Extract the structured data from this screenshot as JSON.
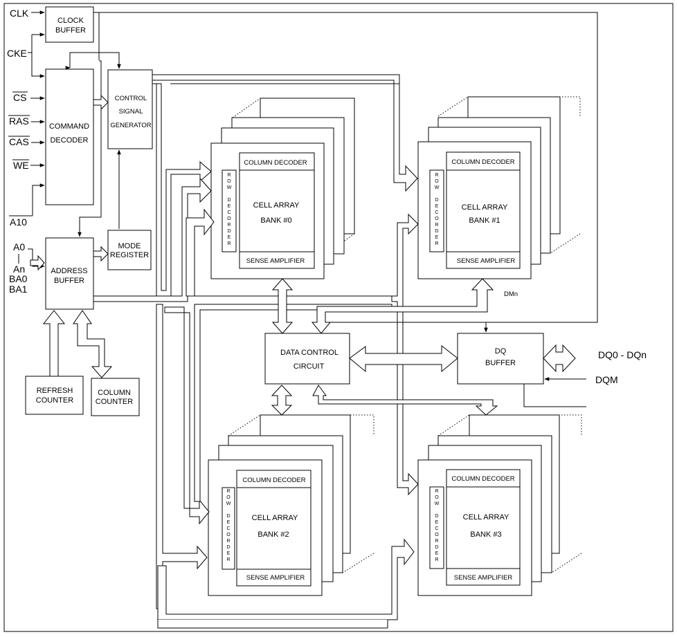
{
  "pins": {
    "clk": "CLK",
    "cke": "CKE",
    "cs": "CS",
    "ras": "RAS",
    "cas": "CAS",
    "we": "WE",
    "a10": "A10",
    "a0": "A0",
    "an": "An",
    "ba0": "BA0",
    "ba1": "BA1"
  },
  "blocks": {
    "clock_buffer": [
      "CLOCK",
      "BUFFER"
    ],
    "command_decoder": [
      "COMMAND",
      "DECODER"
    ],
    "control_signal_generator": [
      "CONTROL",
      "SIGNAL",
      "GENERATOR"
    ],
    "address_buffer": [
      "ADDRESS",
      "BUFFER"
    ],
    "mode_register": [
      "MODE",
      "REGISTER"
    ],
    "refresh_counter": [
      "REFRESH",
      "COUNTER"
    ],
    "column_counter": [
      "COLUMN",
      "COUNTER"
    ],
    "data_control_circuit": [
      "DATA CONTROL",
      "CIRCUIT"
    ],
    "dq_buffer": [
      "DQ",
      "BUFFER"
    ]
  },
  "signals": {
    "dmn": "DMn",
    "dq_range": "DQ0 - DQn",
    "dqm": "DQM"
  },
  "banks": [
    {
      "cell_array": "CELL ARRAY",
      "bank": "BANK #0",
      "column_decoder": "COLUMN DECODER",
      "sense_amplifier": "SENSE AMPLIFIER",
      "row_decoder": [
        "R",
        "O",
        "W",
        "",
        "D",
        "E",
        "C",
        "O",
        "R",
        "D",
        "E",
        "R"
      ]
    },
    {
      "cell_array": "CELL ARRAY",
      "bank": "BANK #1",
      "column_decoder": "COLUMN DECODER",
      "sense_amplifier": "SENSE AMPLIFIER",
      "row_decoder": [
        "R",
        "O",
        "W",
        "",
        "D",
        "E",
        "C",
        "O",
        "R",
        "D",
        "E",
        "R"
      ]
    },
    {
      "cell_array": "CELL ARRAY",
      "bank": "BANK #2",
      "column_decoder": "COLUMN DECODER",
      "sense_amplifier": "SENSE AMPLIFIER",
      "row_decoder": [
        "R",
        "O",
        "W",
        "",
        "D",
        "E",
        "C",
        "O",
        "R",
        "D",
        "E",
        "R"
      ]
    },
    {
      "cell_array": "CELL ARRAY",
      "bank": "BANK #3",
      "column_decoder": "COLUMN DECODER",
      "sense_amplifier": "SENSE AMPLIFIER",
      "row_decoder": [
        "R",
        "O",
        "W",
        "",
        "D",
        "E",
        "C",
        "O",
        "R",
        "D",
        "E",
        "R"
      ]
    }
  ]
}
